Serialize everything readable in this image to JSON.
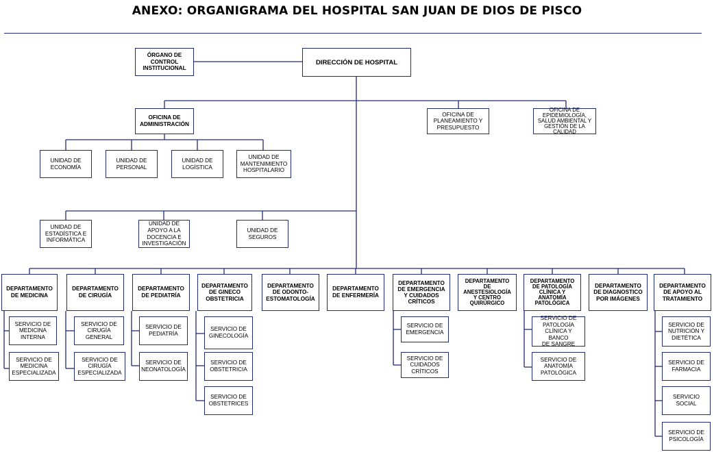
{
  "title": "ANEXO:  ORGANIGRAMA DEL HOSPITAL SAN JUAN DE DIOS DE PISCO",
  "colors": {
    "line": "#1f2a7a",
    "box_border": "#1f2a7a"
  },
  "boxes": {
    "organo_control": "ÓRGANO DE\nCONTROL\nINSTITUCIONAL",
    "direccion": "DIRECCIÓN DE HOSPITAL",
    "oficina_admin": "OFICINA DE\nADMINISTRACIÓN",
    "oficina_planeamiento": "OFICINA DE\nPLANEAMIENTO Y\nPRESUPUESTO",
    "oficina_epidemiologia": "OFICINA  DE\nEPIDEMIOLOGÍA,\nSALUD AMBIENTAL  Y\nGESTIÓN DE LA\nCALIDAD",
    "unidad_economia": "UNIDAD DE\nECONOMÍA",
    "unidad_personal": "UNIDAD DE\nPERSONAL",
    "unidad_logistica": "UNIDAD DE\nLOGÍSTICA",
    "unidad_mantenimiento": "UNIDAD DE\nMANTENIMIENTO\nHOSPITALARIO",
    "unidad_estadistica": "UNIDAD DE\nESTADÍSTICA E\nINFORMÁTICA",
    "unidad_docencia": "UNIDAD DE\nAPOYO A LA\nDOCENCIA E\nINVESTIGACIÓN",
    "unidad_seguros": "UNIDAD DE\nSEGUROS",
    "dep_medicina": "DEPARTAMENTO\nDE MEDICINA",
    "dep_cirugia": "DEPARTAMENTO\nDE CIRUGÍA",
    "dep_pediatria": "DEPARTAMENTO\nDE PEDIATRÍA",
    "dep_gineco": "DEPARTAMENTO\nDE GINECO\nOBSTETRICIA",
    "dep_odonto": "DEPARTAMENTO\nDE ODONTO-\nESTOMATOLOGÍA",
    "dep_enfermeria": "DEPARTAMENTO\nDE ENFERMERÍA",
    "dep_emergencia": "DEPARTAMENTO\nDE EMERGENCIA\nY CUIDADOS\nCRÍTICOS",
    "dep_anestesiologia": "DEPARTAMENTO\nDE\nANESTESIOLOGÍA\nY CENTRO\nQUIRÚRGICO",
    "dep_patologia": "DEPARTAMENTO\nDE PATOLOGÍA\nCLÍNICA Y\nANATOMÍA\nPATOLÓGICA",
    "dep_diagnostico": "DEPARTAMENTO\nDE DIAGNOSTICO\nPOR IMÁGENES",
    "dep_apoyo": "DEPARTAMENTO\nDE APOYO AL\nTRATAMIENTO",
    "serv_med_interna": "SERVICIO DE\nMEDICINA\nINTERNA",
    "serv_med_especializada": "SERVICIO DE\nMEDICINA\nESPECIALIZADA",
    "serv_cir_general": "SERVICIO DE\nCIRUGÍA\nGENERAL",
    "serv_cir_especializada": "SERVICIO DE\nCIRUGÍA\nESPECIALIZADA",
    "serv_pediatria": "SERVICIO DE\nPEDIATRÍA",
    "serv_neonatologia": "SERVICIO DE\nNEONATOLOGÍA",
    "serv_ginecologia": "SERVICIO DE\nGINECOLOGÍA",
    "serv_obstetricia": "SERVICIO DE\nOBSTETRICIA",
    "serv_obstetrices": "SERVICIO DE\nOBSTETRICES",
    "serv_emergencia": "SERVICIO DE\nEMERGENCIA",
    "serv_cuidados": "SERVICIO DE\nCUIDADOS\nCRÍTICOS",
    "serv_pat_clinica": "SERVICIO DE\nPATOLOGÍA\nCLÍNICA Y BANCO\nDE SANGRE",
    "serv_anatomia": "SERVICIO DE\nANATOMÍA\nPATOLÓGICA",
    "serv_nutricion": "SERVICIO DE\nNUTRICIÓN Y\nDIETÉTICA",
    "serv_farmacia": "SERVICIO DE\nFARMACIA",
    "serv_social": "SERVICIO\nSOCIAL",
    "serv_psicologia": "SERVICIO DE\nPSICOLOGÍA"
  }
}
